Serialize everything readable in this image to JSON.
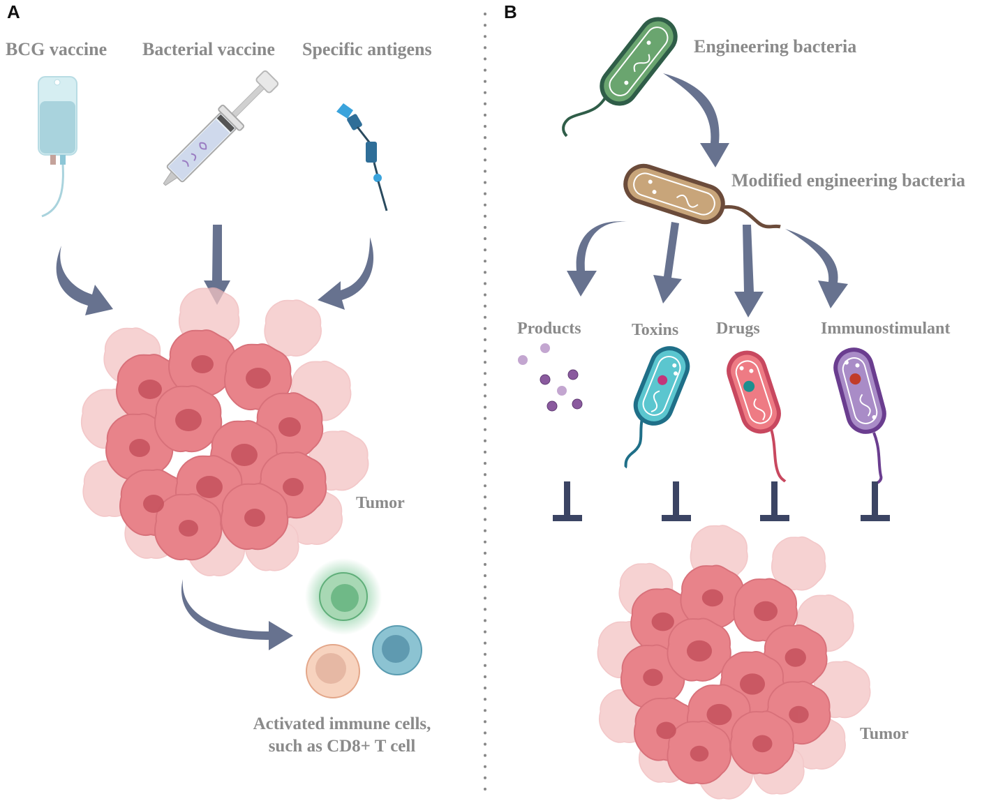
{
  "panel_a": {
    "letter": "A",
    "sources": [
      {
        "label": "BCG vaccine",
        "icon": "iv-bag-icon"
      },
      {
        "label": "Bacterial vaccine",
        "icon": "syringe-icon"
      },
      {
        "label": "Specific antigens",
        "icon": "antigen-probe-icon"
      }
    ],
    "tumor_label": "Tumor",
    "immune_caption_line1": "Activated immune cells,",
    "immune_caption_line2": "such as CD8+ T cell"
  },
  "panel_b": {
    "letter": "B",
    "engineering_label": "Engineering bacteria",
    "modified_label": "Modified engineering bacteria",
    "outputs": [
      {
        "label": "Products",
        "icon": "particles-icon"
      },
      {
        "label": "Toxins",
        "icon": "teal-bacterium-icon"
      },
      {
        "label": "Drugs",
        "icon": "pink-bacterium-icon"
      },
      {
        "label": "Immunostimulant",
        "icon": "purple-bacterium-icon"
      }
    ],
    "tumor_label": "Tumor"
  },
  "colors": {
    "arrow": "#67728f",
    "label_gray": "#8a8a8a",
    "inhibit": "#3b4463",
    "tumor_cell": "#e8838a",
    "tumor_nucleus": "#c7545f"
  }
}
